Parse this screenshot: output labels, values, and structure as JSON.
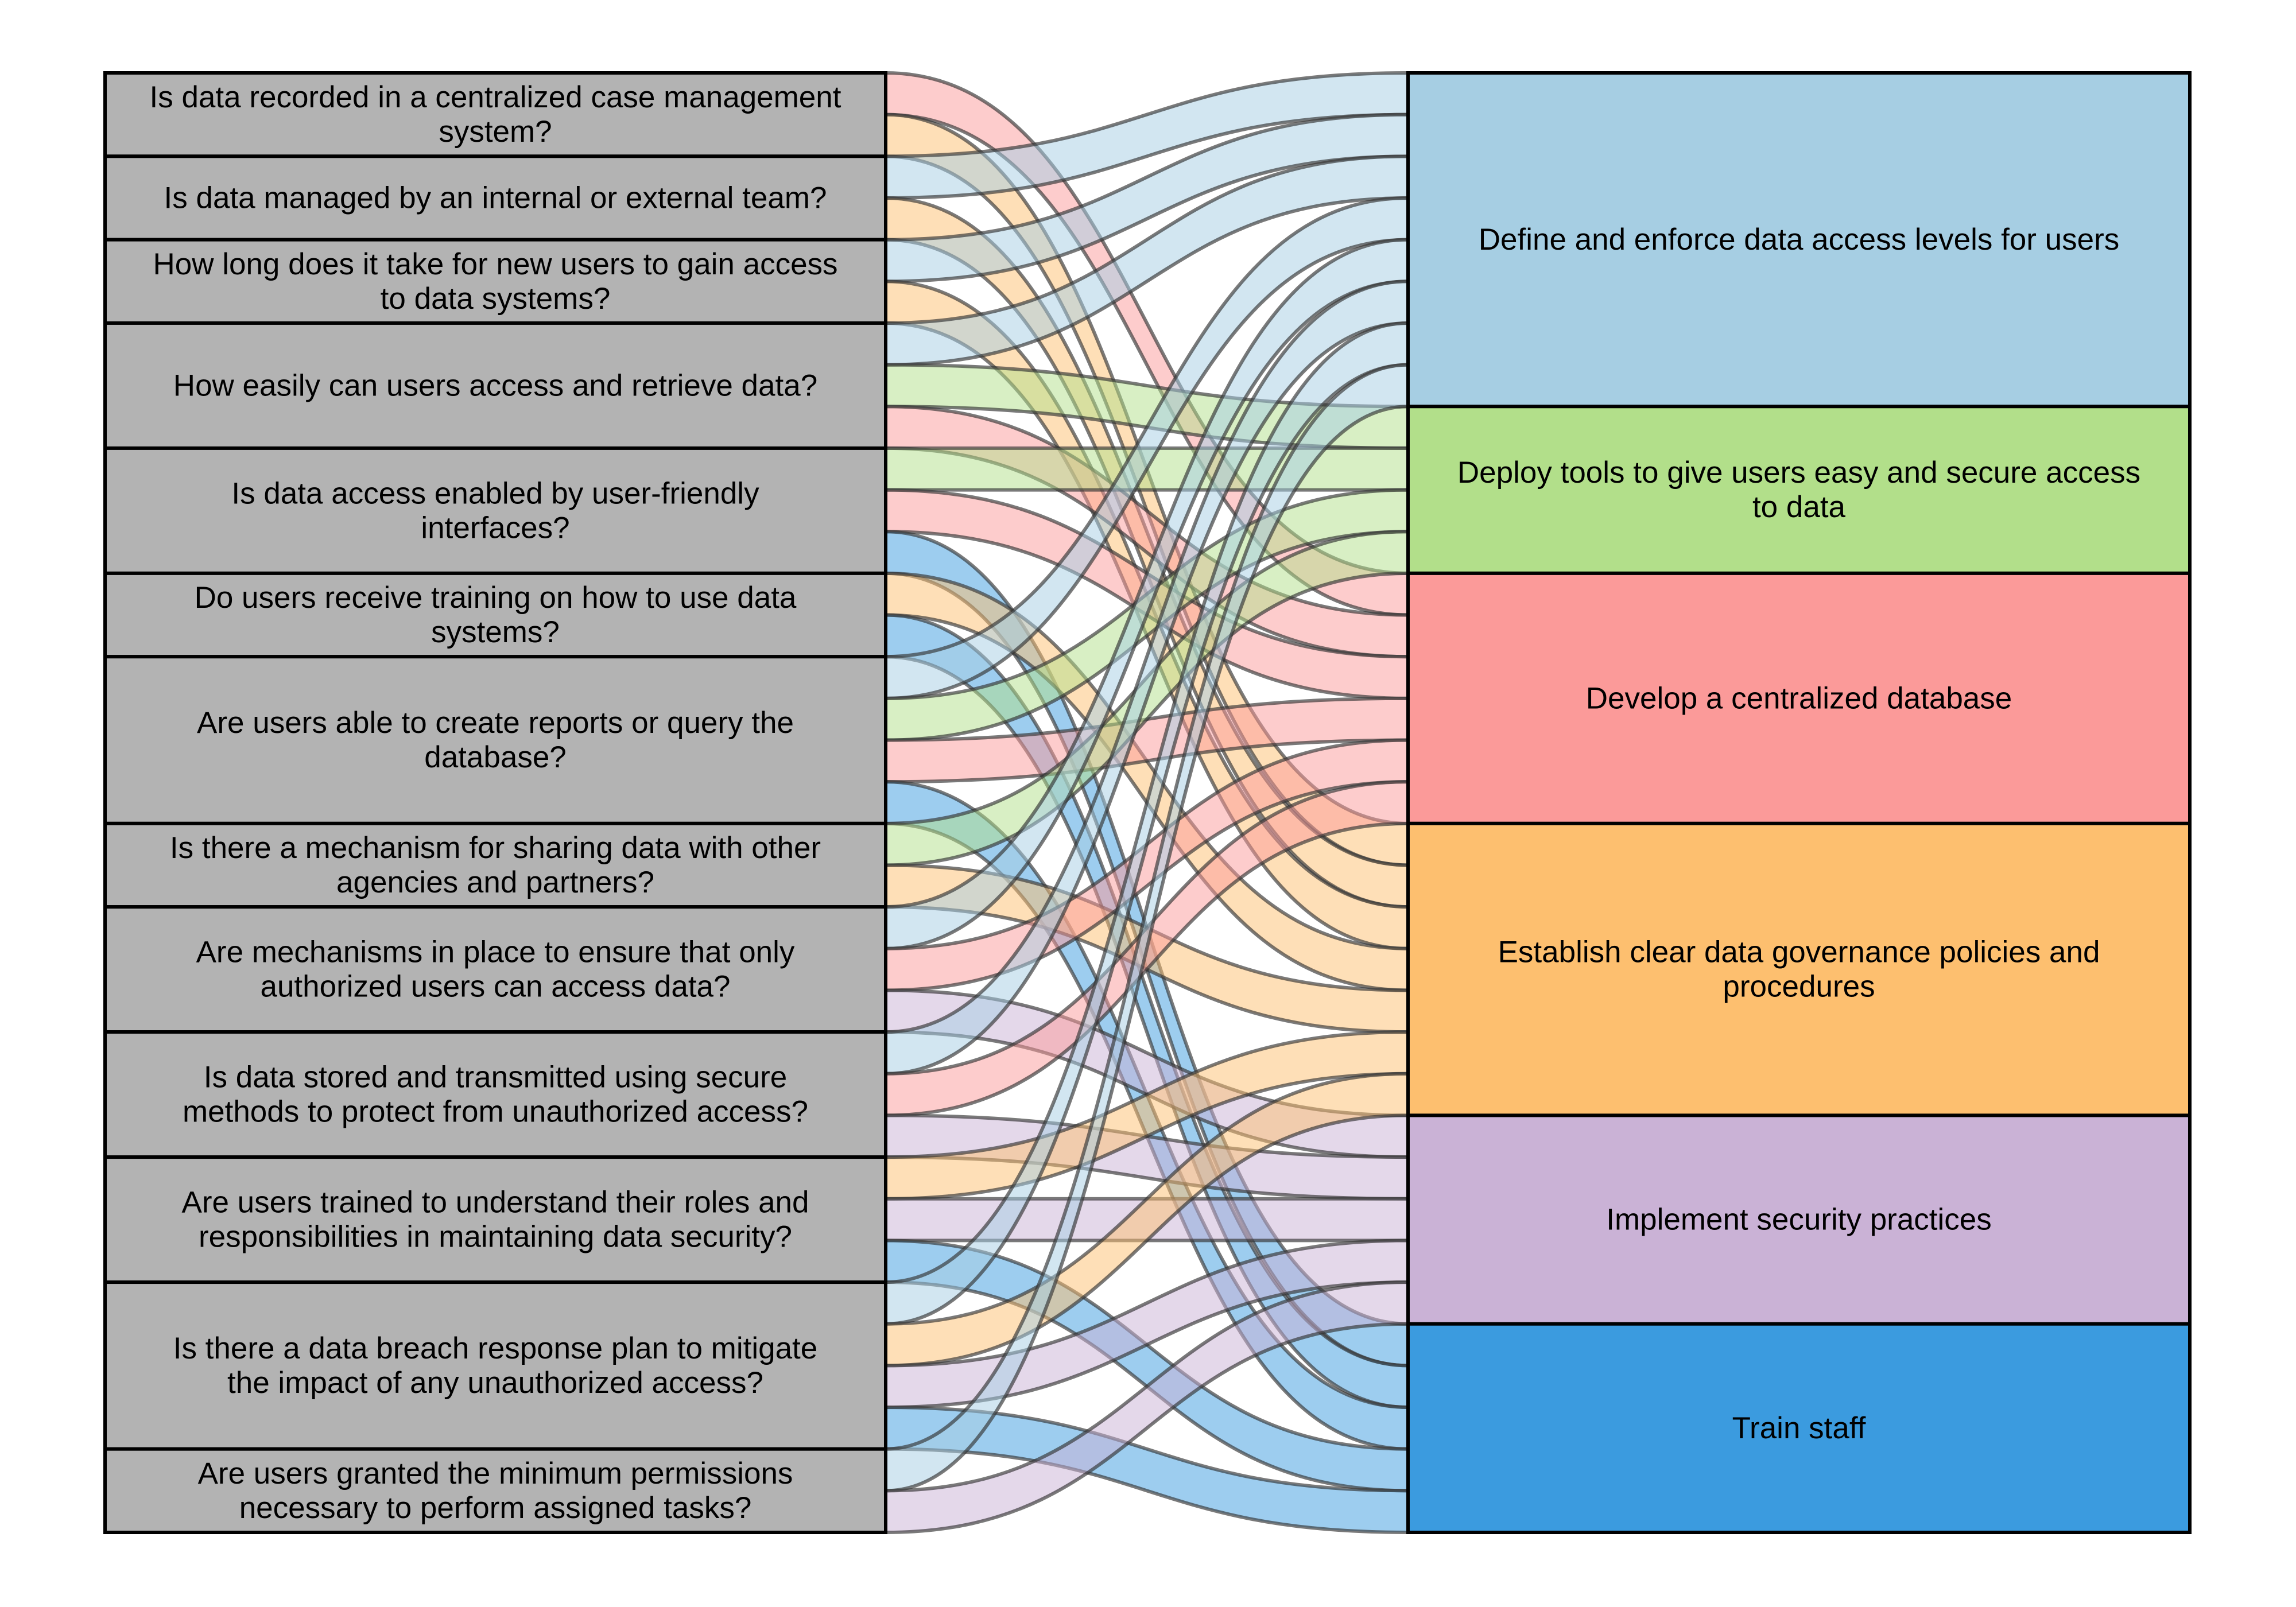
{
  "chart_data": {
    "type": "alluvial",
    "title": "",
    "unit_label": "",
    "left_nodes": [
      {
        "id": "q1",
        "label_lines": [
          "Is data recorded in a centralized case management",
          "system?"
        ]
      },
      {
        "id": "q2",
        "label_lines": [
          "Is data managed by an internal or external team?"
        ]
      },
      {
        "id": "q3",
        "label_lines": [
          "How long does it take for new users to gain access",
          "to data systems?"
        ]
      },
      {
        "id": "q4",
        "label_lines": [
          "How easily can users access and retrieve data?"
        ]
      },
      {
        "id": "q5",
        "label_lines": [
          "Is data access enabled by user-friendly",
          "interfaces?"
        ]
      },
      {
        "id": "q6",
        "label_lines": [
          "Do users receive training on how to use data",
          "systems?"
        ]
      },
      {
        "id": "q7",
        "label_lines": [
          "Are users able to create reports or query the",
          "database?"
        ]
      },
      {
        "id": "q8",
        "label_lines": [
          "Is there a mechanism for sharing data with other",
          "agencies and partners?"
        ]
      },
      {
        "id": "q9",
        "label_lines": [
          "Are mechanisms in place to ensure that only",
          "authorized users can access data?"
        ]
      },
      {
        "id": "q10",
        "label_lines": [
          "Is data stored and transmitted using secure",
          "methods to protect from unauthorized access?"
        ]
      },
      {
        "id": "q11",
        "label_lines": [
          "Are users trained to understand their roles and",
          "responsibilities in maintaining data security?"
        ]
      },
      {
        "id": "q12",
        "label_lines": [
          "Is there a data breach response plan to mitigate",
          "the impact of any unauthorized access?"
        ]
      },
      {
        "id": "q13",
        "label_lines": [
          "Are users granted the minimum permissions",
          "necessary to perform assigned tasks?"
        ]
      }
    ],
    "right_nodes": [
      {
        "id": "define",
        "label_lines": [
          "Define and enforce data access levels for users"
        ],
        "color": "#a6cee3"
      },
      {
        "id": "deploy",
        "label_lines": [
          "Deploy tools to give users easy and secure access",
          "to data"
        ],
        "color": "#b2df8a"
      },
      {
        "id": "develop",
        "label_lines": [
          "Develop a centralized database"
        ],
        "color": "#fb9a99"
      },
      {
        "id": "establish",
        "label_lines": [
          "Establish clear data governance policies and",
          "procedures"
        ],
        "color": "#fdbf6f"
      },
      {
        "id": "implement",
        "label_lines": [
          "Implement security practices"
        ],
        "color": "#cab2d6"
      },
      {
        "id": "train",
        "label_lines": [
          "Train staff"
        ],
        "color": "#3b9bdf"
      }
    ],
    "left_node_color": "#b3b3b3",
    "flows": [
      {
        "source": "q1",
        "target": "develop",
        "value": 1
      },
      {
        "source": "q1",
        "target": "establish",
        "value": 1
      },
      {
        "source": "q2",
        "target": "define",
        "value": 1
      },
      {
        "source": "q2",
        "target": "establish",
        "value": 1
      },
      {
        "source": "q3",
        "target": "define",
        "value": 1
      },
      {
        "source": "q3",
        "target": "establish",
        "value": 1
      },
      {
        "source": "q4",
        "target": "define",
        "value": 1
      },
      {
        "source": "q4",
        "target": "deploy",
        "value": 1
      },
      {
        "source": "q4",
        "target": "develop",
        "value": 1
      },
      {
        "source": "q5",
        "target": "deploy",
        "value": 1
      },
      {
        "source": "q5",
        "target": "develop",
        "value": 1
      },
      {
        "source": "q5",
        "target": "train",
        "value": 1
      },
      {
        "source": "q6",
        "target": "establish",
        "value": 1
      },
      {
        "source": "q6",
        "target": "train",
        "value": 1
      },
      {
        "source": "q7",
        "target": "define",
        "value": 1
      },
      {
        "source": "q7",
        "target": "deploy",
        "value": 1
      },
      {
        "source": "q7",
        "target": "develop",
        "value": 1
      },
      {
        "source": "q7",
        "target": "train",
        "value": 1
      },
      {
        "source": "q8",
        "target": "deploy",
        "value": 1
      },
      {
        "source": "q8",
        "target": "establish",
        "value": 1
      },
      {
        "source": "q9",
        "target": "define",
        "value": 1
      },
      {
        "source": "q9",
        "target": "develop",
        "value": 1
      },
      {
        "source": "q9",
        "target": "implement",
        "value": 1
      },
      {
        "source": "q10",
        "target": "define",
        "value": 1
      },
      {
        "source": "q10",
        "target": "develop",
        "value": 1
      },
      {
        "source": "q10",
        "target": "implement",
        "value": 1
      },
      {
        "source": "q11",
        "target": "establish",
        "value": 1
      },
      {
        "source": "q11",
        "target": "implement",
        "value": 1
      },
      {
        "source": "q11",
        "target": "train",
        "value": 1
      },
      {
        "source": "q12",
        "target": "define",
        "value": 1
      },
      {
        "source": "q12",
        "target": "establish",
        "value": 1
      },
      {
        "source": "q12",
        "target": "implement",
        "value": 1
      },
      {
        "source": "q12",
        "target": "train",
        "value": 1
      },
      {
        "source": "q13",
        "target": "define",
        "value": 1
      },
      {
        "source": "q13",
        "target": "implement",
        "value": 1
      }
    ]
  }
}
